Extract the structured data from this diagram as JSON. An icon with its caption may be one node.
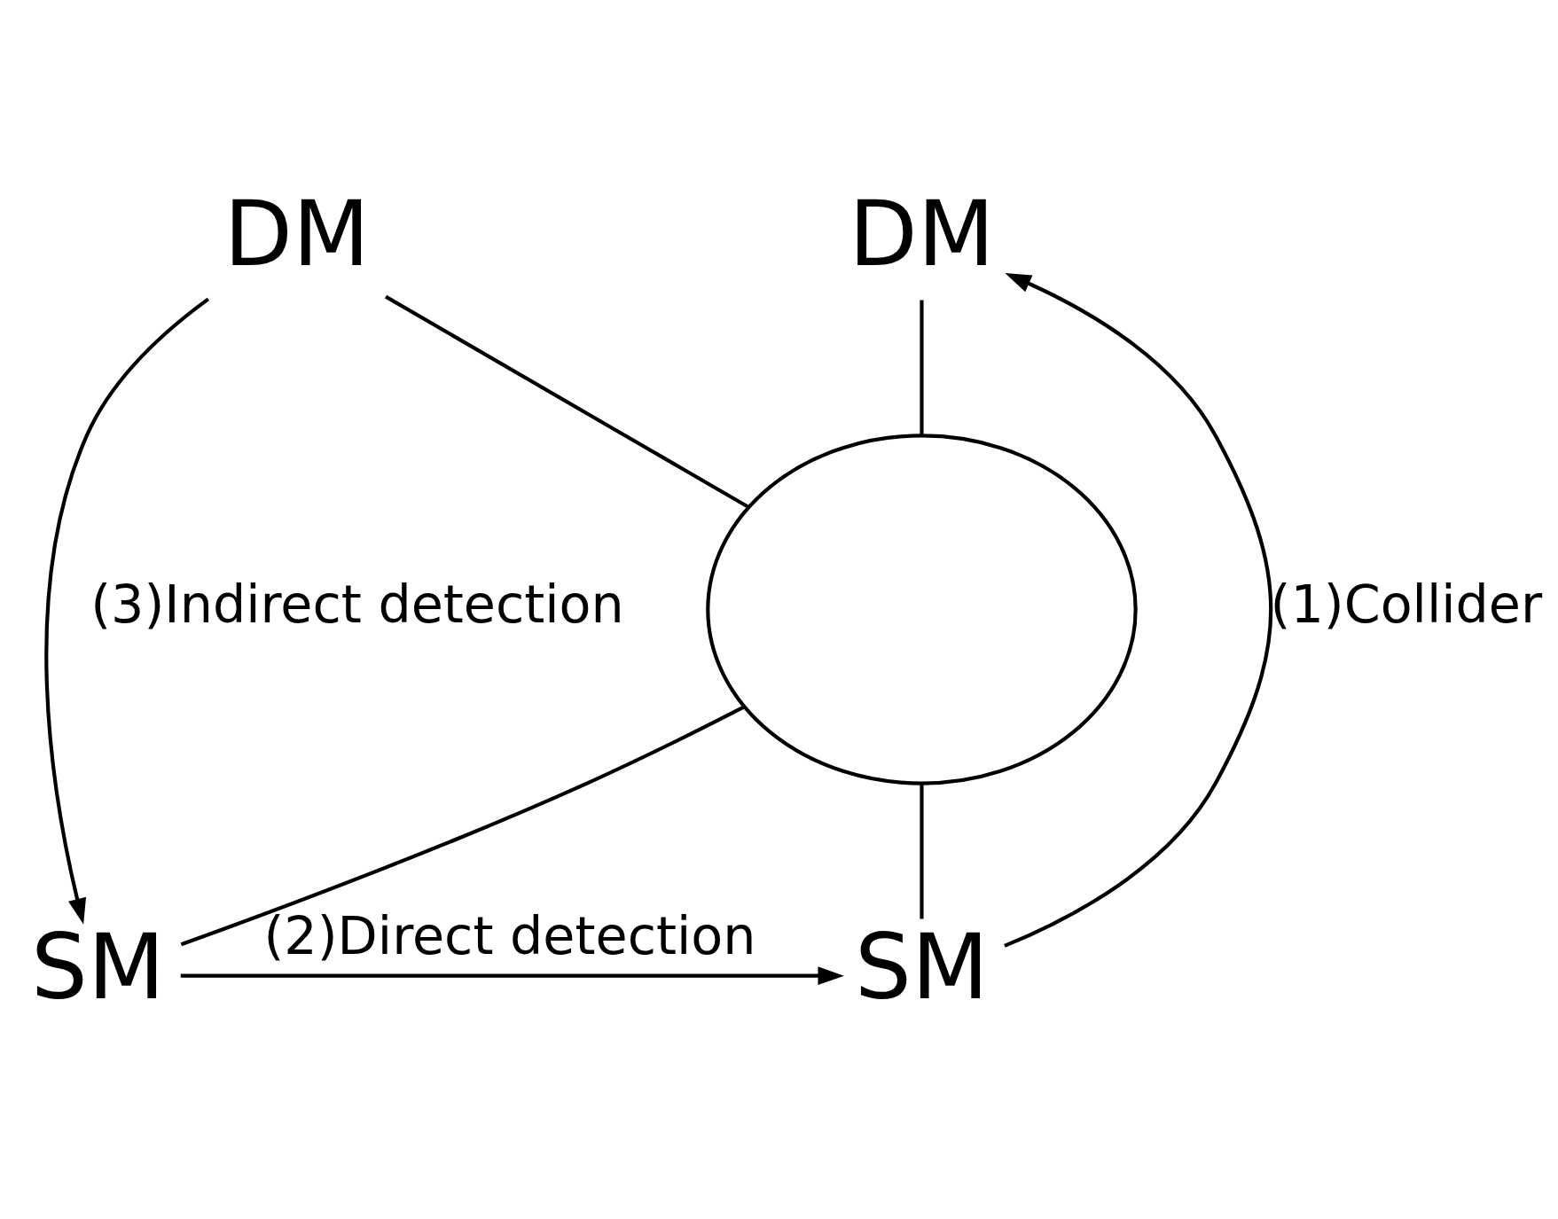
{
  "diagram": {
    "nodes": [
      {
        "text": [
          "DM"
        ]
      },
      {
        "text": [
          "DM"
        ]
      },
      {
        "text": [],
        "shape": "circle"
      },
      {
        "text": [
          "SM"
        ]
      },
      {
        "text": [
          "SM"
        ]
      }
    ],
    "edges": [
      {
        "from": 0,
        "to": 2,
        "arrow": "none"
      },
      {
        "from": 1,
        "to": 2,
        "arrow": "none"
      },
      {
        "from": 2,
        "to": 3,
        "arrow": "none"
      },
      {
        "from": 2,
        "to": 4,
        "arrow": "none"
      },
      {
        "from": 0,
        "to": 3,
        "arrow": "to",
        "label": "(3)Indirect detection"
      },
      {
        "from": 3,
        "to": 4,
        "arrow": "to",
        "label": "(2)Direct detection"
      },
      {
        "from": 4,
        "to": 1,
        "arrow": "to",
        "label": "(1)Collider"
      }
    ]
  }
}
